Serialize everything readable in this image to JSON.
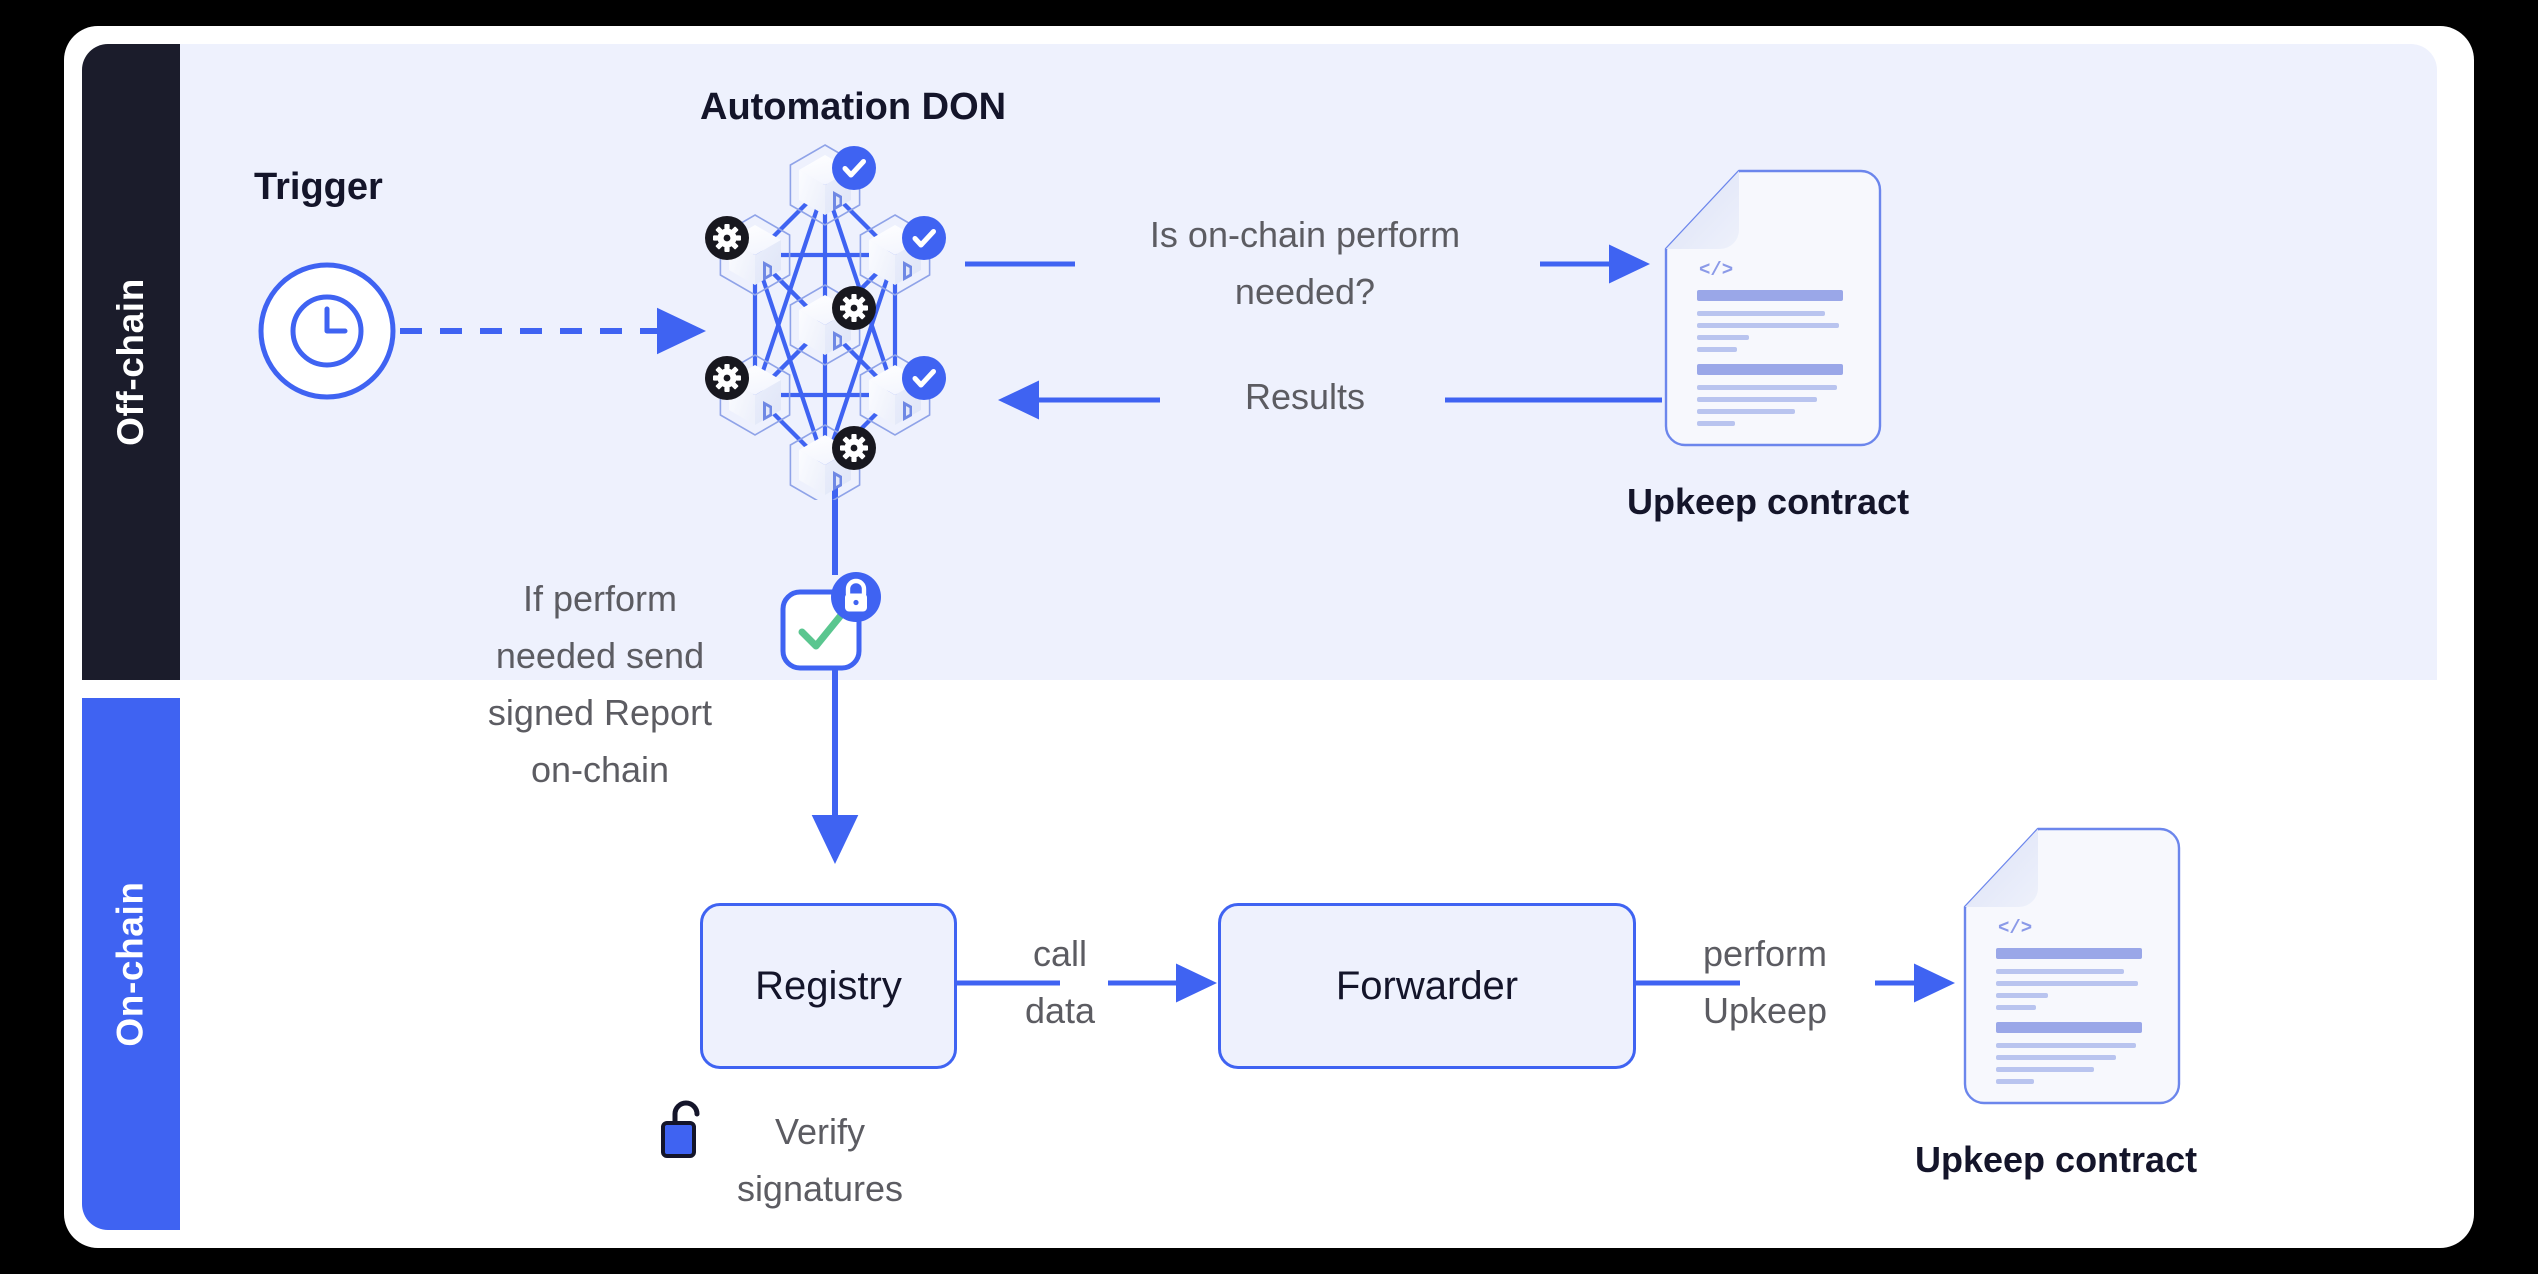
{
  "diagram": {
    "title_don": "Automation DON",
    "title_trigger": "Trigger",
    "bands": {
      "offchain": "Off-chain",
      "onchain": "On-chain"
    },
    "labels": {
      "question": "Is on-chain perform\nneeded?",
      "results": "Results",
      "if_perform": "If perform\nneeded send\nsigned Report\non-chain",
      "call_data": "call\ndata",
      "perform_upkeep": "perform\nUpkeep",
      "verify_signatures": "Verify\nsignatures"
    },
    "boxes": {
      "registry": "Registry",
      "forwarder": "Forwarder"
    },
    "documents": {
      "upkeep_top": "Upkeep contract",
      "upkeep_bottom": "Upkeep contract"
    },
    "icons": {
      "trigger": "clock-icon",
      "node_check": "check-badge-icon",
      "node_gear": "gear-badge-icon",
      "signed_report": "signed-report-icon",
      "lock_closed": "lock-closed-icon",
      "lock_open": "lock-open-icon",
      "code": "code-icon"
    },
    "nodes": [
      {
        "id": "top",
        "badge": "check"
      },
      {
        "id": "upper-left",
        "badge": "gear"
      },
      {
        "id": "upper-right",
        "badge": "check"
      },
      {
        "id": "center",
        "badge": "gear"
      },
      {
        "id": "lower-left",
        "badge": "gear"
      },
      {
        "id": "lower-right",
        "badge": "check"
      },
      {
        "id": "bottom",
        "badge": "gear"
      }
    ],
    "colors": {
      "accent_blue": "#3f63f2",
      "dark_navy": "#1b1c2b",
      "panel_lavender": "#eef1fd",
      "green_check": "#5ac68f",
      "text_gray": "#5c5c62",
      "doc_line": "#9aa7e8",
      "background": "#000000",
      "card": "#ffffff"
    }
  }
}
